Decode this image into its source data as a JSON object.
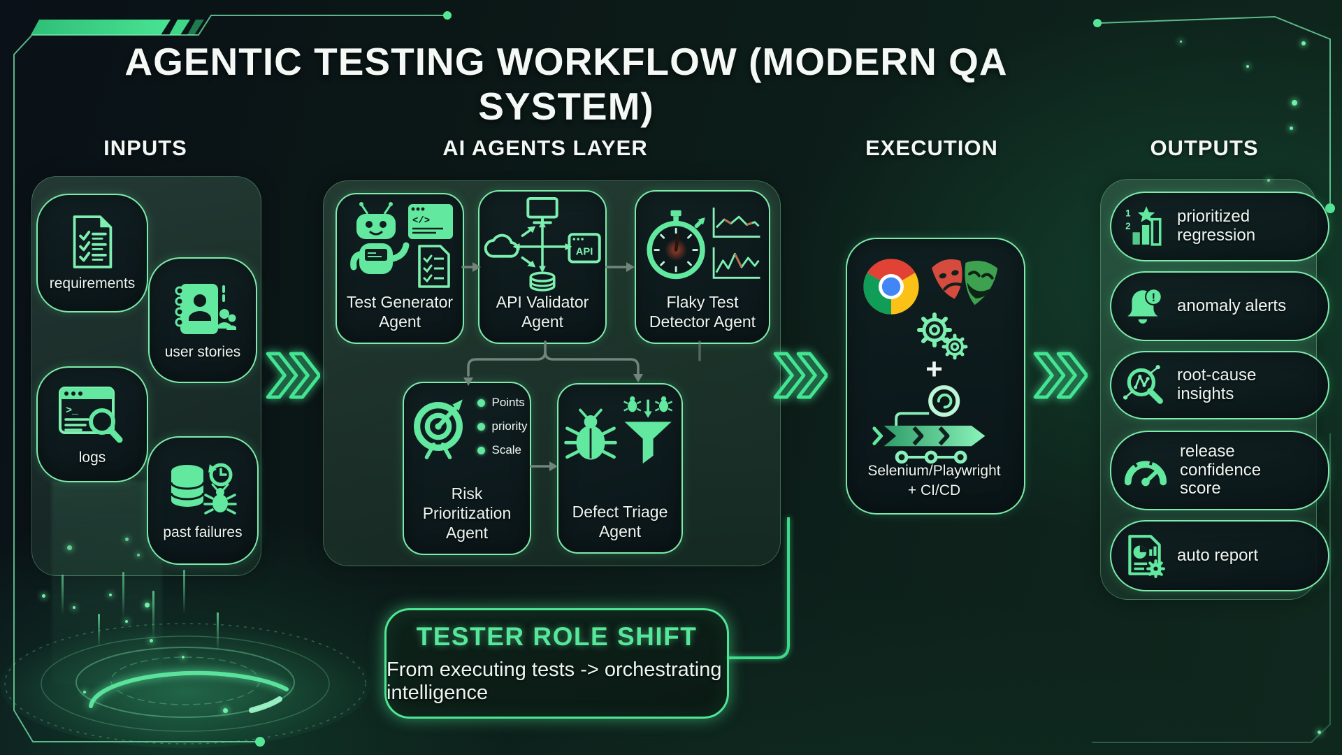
{
  "title": "AGENTIC TESTING WORKFLOW (MODERN QA SYSTEM)",
  "colors": {
    "accent": "#4ee694",
    "accent_soft": "#7debab",
    "icon_fill": "#62e89f",
    "chrome_red": "#e24236",
    "chrome_green": "#0f9d58",
    "chrome_yellow": "#fbc116",
    "chrome_blue": "#4285f4",
    "mask_red": "#d54c3f",
    "mask_green": "#3da14f"
  },
  "inputs": {
    "header": "INPUTS",
    "nodes": [
      {
        "label": "requirements",
        "icon": "checklist-document-icon"
      },
      {
        "label": "user stories",
        "icon": "user-stories-notebook-icon"
      },
      {
        "label": "logs",
        "icon": "log-search-icon"
      },
      {
        "label": "past failures",
        "icon": "database-bug-history-icon"
      }
    ]
  },
  "agents": {
    "header": "AI AGENTS LAYER",
    "cards": [
      {
        "label": "Test Generator Agent",
        "icon": "robot-code-icon",
        "code_glyph": "</>"
      },
      {
        "label": "API Validator Agent",
        "icon": "api-flow-icon",
        "badge": "API"
      },
      {
        "label": "Flaky Test Detector Agent",
        "icon": "stopwatch-charts-icon"
      },
      {
        "label": "Risk Prioritization Agent",
        "icon": "target-icon",
        "bullets": [
          "Points",
          "priority",
          "Scale"
        ]
      },
      {
        "label": "Defect Triage Agent",
        "icon": "bug-funnel-icon"
      }
    ]
  },
  "execution": {
    "header": "EXECUTION",
    "plus": "+",
    "label_line1": "Selenium/Playwright",
    "label_line2": "+ CI/CD"
  },
  "outputs": {
    "header": "OUTPUTS",
    "items": [
      {
        "label": "prioritized regression",
        "icon": "ranked-bars-star-icon",
        "rank_numbers": [
          "1",
          "2"
        ]
      },
      {
        "label": "anomaly alerts",
        "icon": "alert-bell-icon",
        "badge_glyph": "!"
      },
      {
        "label": "root-cause insights",
        "icon": "graph-magnifier-icon"
      },
      {
        "label": "release confidence score",
        "icon": "gauge-icon"
      },
      {
        "label": "auto report",
        "icon": "report-gear-icon"
      }
    ]
  },
  "footer": {
    "title": "TESTER ROLE SHIFT",
    "subtitle": "From executing tests -> orchestrating intelligence"
  },
  "glyphs": {
    "terminal_prompt": ">_"
  }
}
